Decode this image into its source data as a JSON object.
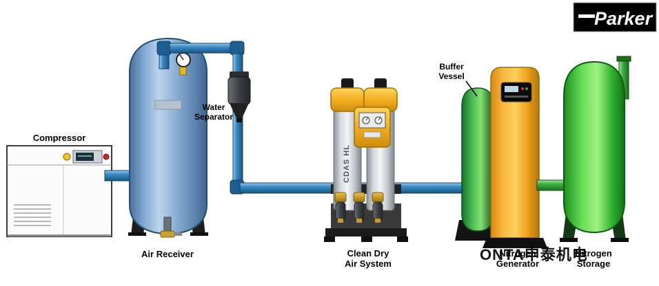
{
  "brand": {
    "logo_text": "Parker"
  },
  "watermark": {
    "text": "ONTA申泰机电"
  },
  "labels": {
    "compressor": "Compressor",
    "air_receiver": "Air Receiver",
    "water_separator_1": "Water",
    "water_separator_2": "Separator",
    "cdas_1": "Clean Dry",
    "cdas_2": "Air System",
    "buffer_vessel_1": "Buffer",
    "buffer_vessel_2": "Vessel",
    "nitrogen_generator_1": "Nitrogen",
    "nitrogen_generator_2": "Generator",
    "nitrogen_storage_1": "Nitrogen",
    "nitrogen_storage_2": "Storage"
  },
  "equipment": {
    "cdas_model": "CDAS HL"
  },
  "colors": {
    "pipe_blue": "#2f7fbe",
    "pipe_green": "#2fa82f",
    "tank_blue": "#88abd4",
    "buffer_green": "#2fa83f",
    "storage_green": "#3ec43e",
    "generator_orange": "#f5a71d",
    "cdas_yellow": "#f0b429",
    "label_text": "#000000"
  }
}
